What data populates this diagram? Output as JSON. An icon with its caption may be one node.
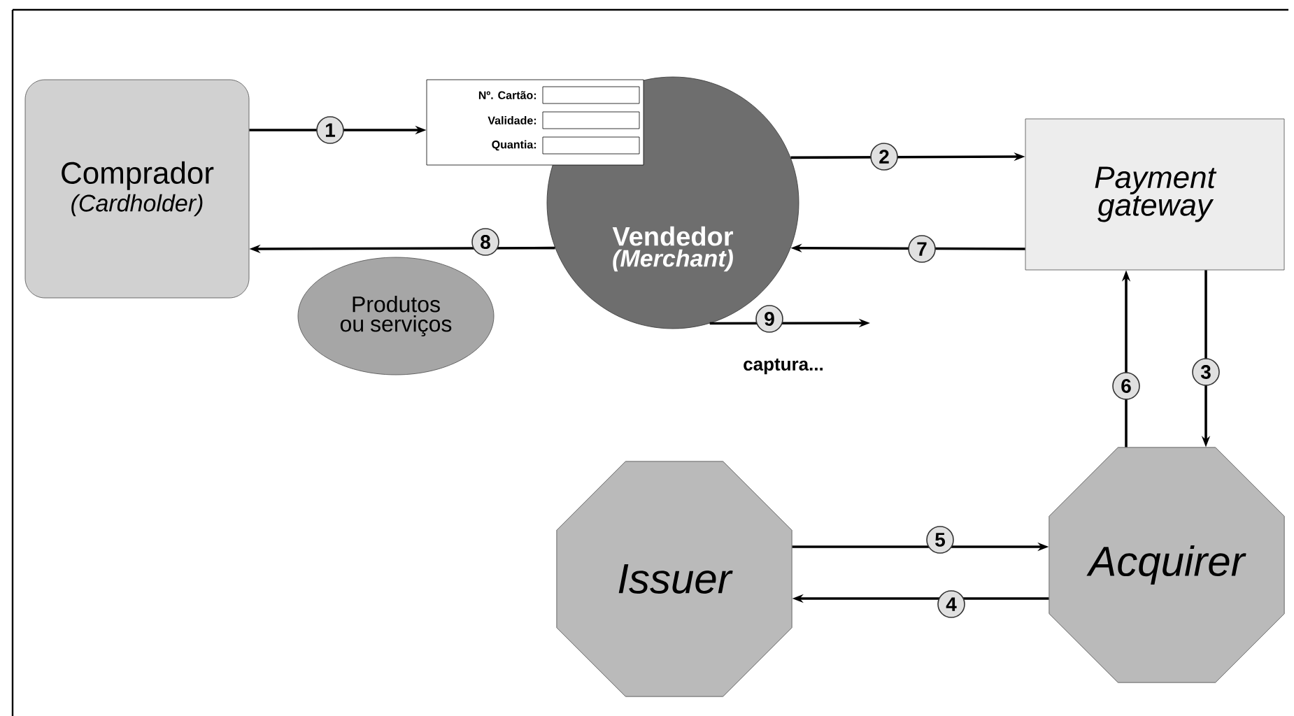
{
  "diagram": {
    "nodes": [
      {
        "text": [
          "Comprador",
          "(Cardholder)"
        ]
      },
      {
        "text": [
          "Nº. Cartão:",
          "Validade:",
          "Quantia:"
        ]
      },
      {
        "text": [
          "Vendedor",
          "(Merchant)"
        ]
      },
      {
        "text": [
          "Payment gateway"
        ]
      },
      {
        "text": [
          "Produtos ou serviços"
        ]
      },
      {
        "text": [
          "Issuer"
        ]
      },
      {
        "text": [
          "Acquirer"
        ]
      }
    ],
    "edges": [
      {
        "from": 0,
        "to": 1,
        "arrow": "to",
        "label": "1"
      },
      {
        "from": 2,
        "to": 3,
        "arrow": "to",
        "label": "2"
      },
      {
        "from": 3,
        "to": 6,
        "arrow": "to",
        "label": "3"
      },
      {
        "from": 6,
        "to": 5,
        "arrow": "to",
        "label": "4"
      },
      {
        "from": 5,
        "to": 6,
        "arrow": "to",
        "label": "5"
      },
      {
        "from": 6,
        "to": 3,
        "arrow": "to",
        "label": "6"
      },
      {
        "from": 3,
        "to": 2,
        "arrow": "to",
        "label": "7"
      },
      {
        "from": 2,
        "to": 0,
        "arrow": "to",
        "label": "8"
      },
      {
        "from": 2,
        "to": null,
        "arrow": "to",
        "label": "9"
      }
    ],
    "labels": [
      "captura..."
    ]
  }
}
